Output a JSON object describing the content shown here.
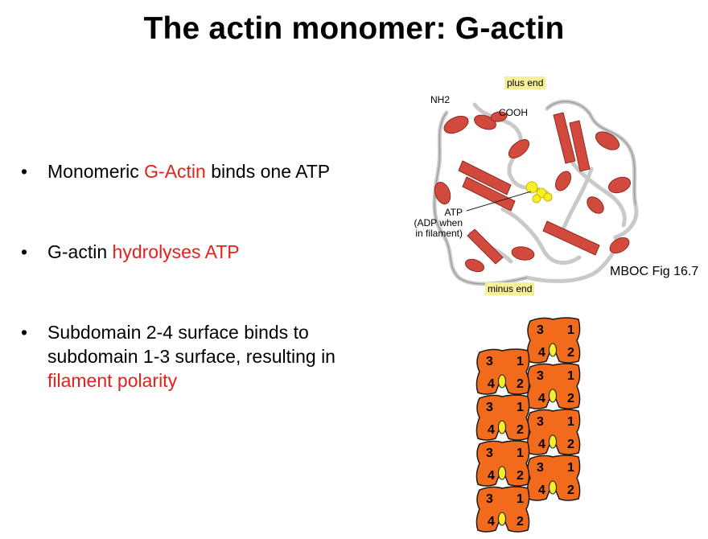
{
  "slide": {
    "title": "The actin monomer: G-actin"
  },
  "bullets": [
    {
      "before": "Monomeric ",
      "highlight": "G-Actin",
      "after": " binds one ATP"
    },
    {
      "before": "G-actin ",
      "highlight": "hydrolyses ATP",
      "after": ""
    },
    {
      "line1": "Subdomain 2-4 surface binds to",
      "line2": "subdomain 1-3 surface, resulting in",
      "highlight": "filament polarity"
    }
  ],
  "bullet_glyph": "•",
  "figure": {
    "plus_end": "plus end",
    "minus_end": "minus end",
    "nh2": "NH2",
    "cooh": "COOH",
    "atp_label": [
      "ATP",
      "(ADP when",
      "in filament)"
    ],
    "caption": "MBOC Fig 16.7"
  },
  "subdomains": {
    "top_left": "3",
    "top_right": "1",
    "bottom_left": "4",
    "bottom_right": "2"
  },
  "colors": {
    "highlight_red": "#e8201a",
    "monomer_fill": "#f26b1d",
    "atp_yellow": "#f5ef2a",
    "ribbon": "#d24a3e"
  }
}
